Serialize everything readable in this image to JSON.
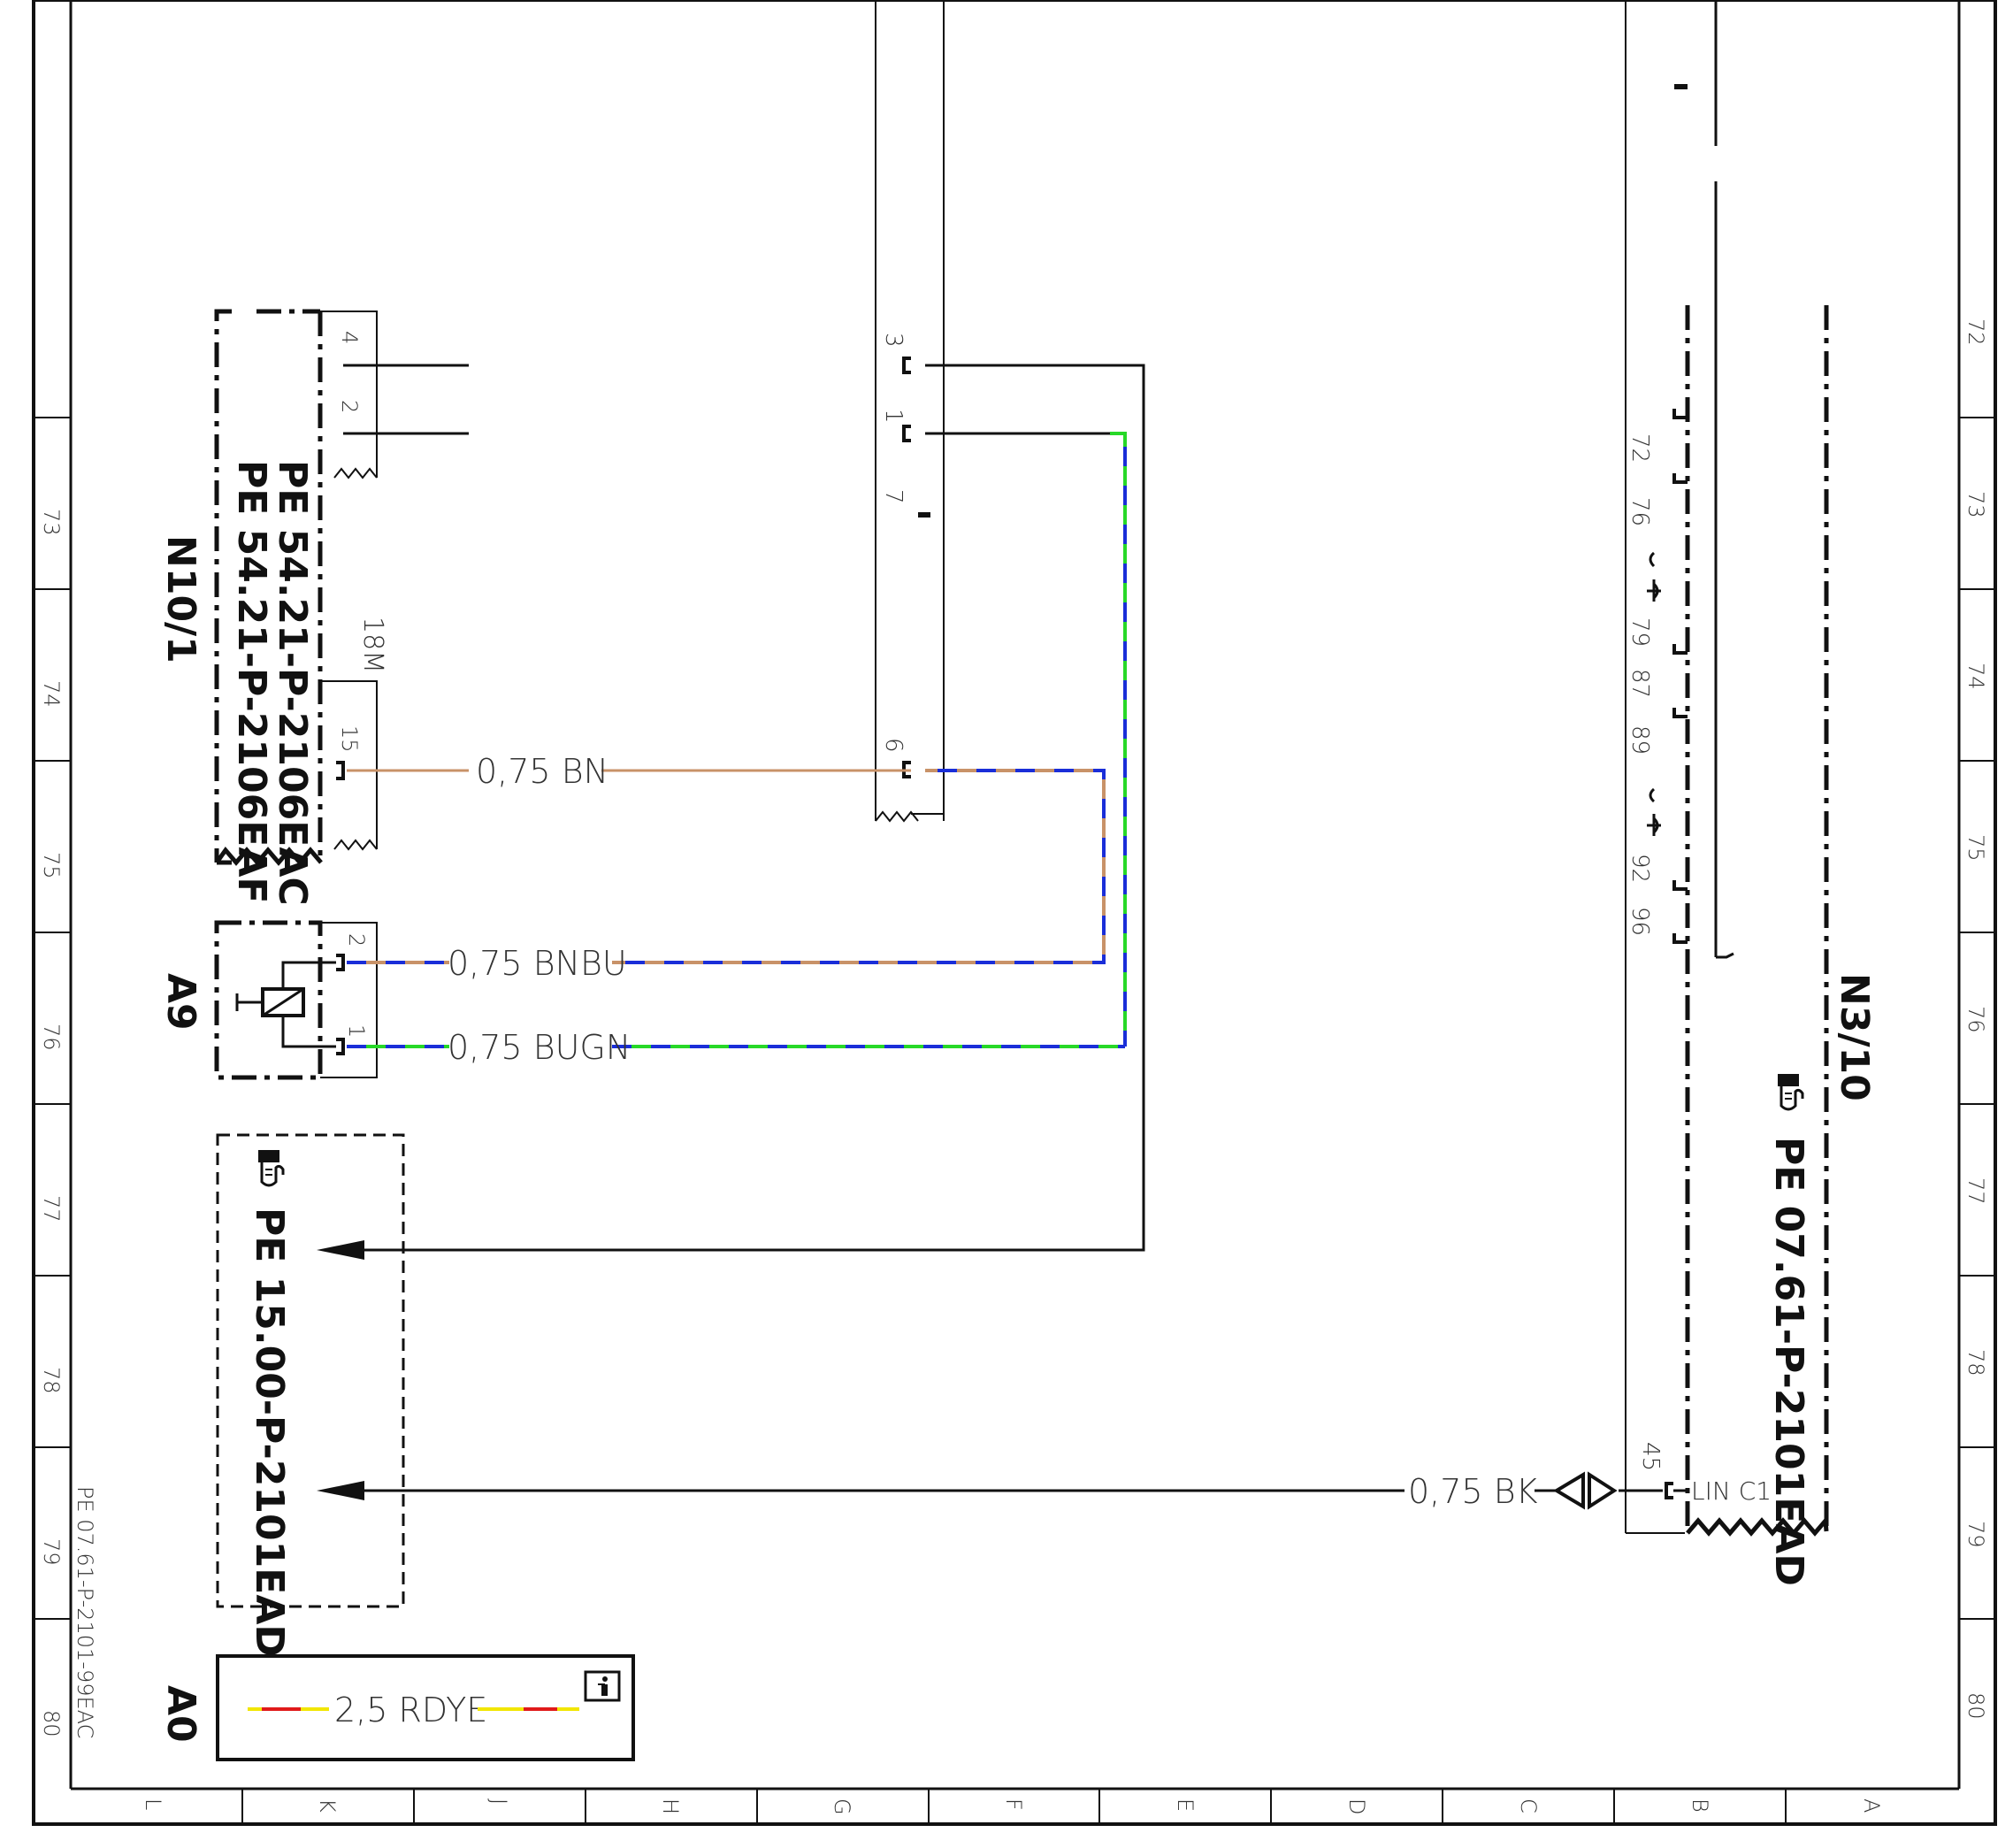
{
  "drawing": {
    "doc_ref": "PE 07.61-P-2101-99EAC",
    "row_labels": [
      "72",
      "73",
      "74",
      "75",
      "76",
      "77",
      "78",
      "79",
      "80"
    ],
    "column_labels": [
      "L",
      "K",
      "J",
      "H",
      "G",
      "F",
      "E",
      "D",
      "C",
      "B",
      "A"
    ]
  },
  "components": {
    "n10_1": {
      "name": "N10/1",
      "ref1": "PE 54.21-P-2106EAC",
      "ref2": "PE 54.21-P-2106EAF",
      "connector": "18M",
      "pins": [
        "4",
        "2",
        "15"
      ]
    },
    "a9": {
      "name": "A9",
      "pins": [
        "2",
        "1"
      ]
    },
    "a0": {
      "name": "A0",
      "wire": "2,5 RDYE"
    },
    "ref_box": {
      "ref": "PE 15.00-P-2101EAD"
    },
    "n3_10": {
      "name": "N3/10",
      "ref": "PE 07.61-P-2101EAD",
      "pin_labels": [
        "72",
        "76",
        "79",
        "87",
        "89",
        "92",
        "96"
      ],
      "pin_45": "45",
      "lin": "LIN C1"
    },
    "connector_x": {
      "pins": [
        "3",
        "1",
        "7",
        "6"
      ]
    }
  },
  "wires": {
    "bn": "0,75 BN",
    "bnbu": "0,75 BNBU",
    "bugn": "0,75 BUGN",
    "bk": "0,75 BK"
  },
  "colors": {
    "brown": "#c89268",
    "blue": "#1a2ed8",
    "green": "#27d827",
    "red": "#e01a1a",
    "yellow": "#f2e600",
    "line": "#111111"
  }
}
